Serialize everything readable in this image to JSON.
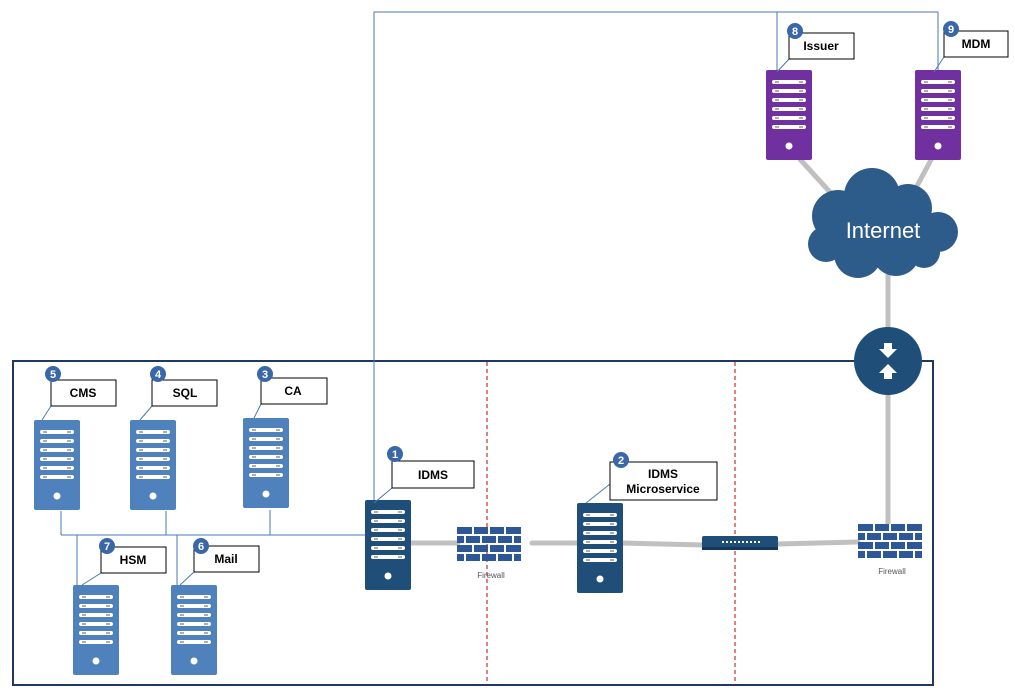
{
  "diagram": {
    "nodes": {
      "cms": {
        "badge": "5",
        "label": "CMS"
      },
      "sql": {
        "badge": "4",
        "label": "SQL"
      },
      "ca": {
        "badge": "3",
        "label": "CA"
      },
      "hsm": {
        "badge": "7",
        "label": "HSM"
      },
      "mail": {
        "badge": "6",
        "label": "Mail"
      },
      "idms": {
        "badge": "1",
        "label": "IDMS"
      },
      "idms_micro": {
        "badge": "2",
        "label_line1": "IDMS",
        "label_line2": "Microservice"
      },
      "issuer": {
        "badge": "8",
        "label": "Issuer"
      },
      "mdm": {
        "badge": "9",
        "label": "MDM"
      }
    },
    "internet_label": "Internet",
    "firewall_label": "Firewall",
    "colors": {
      "server_light": "#4f81bd",
      "server_dark": "#1f4e79",
      "server_purple": "#7030a0",
      "cloud": "#2e5c8a",
      "firewall": "#2e5797",
      "badge": "#3a67a8",
      "link": "#c0c0c0",
      "connector": "#4a7ab8",
      "zone_border": "#203864",
      "divider": "#c00000"
    }
  }
}
